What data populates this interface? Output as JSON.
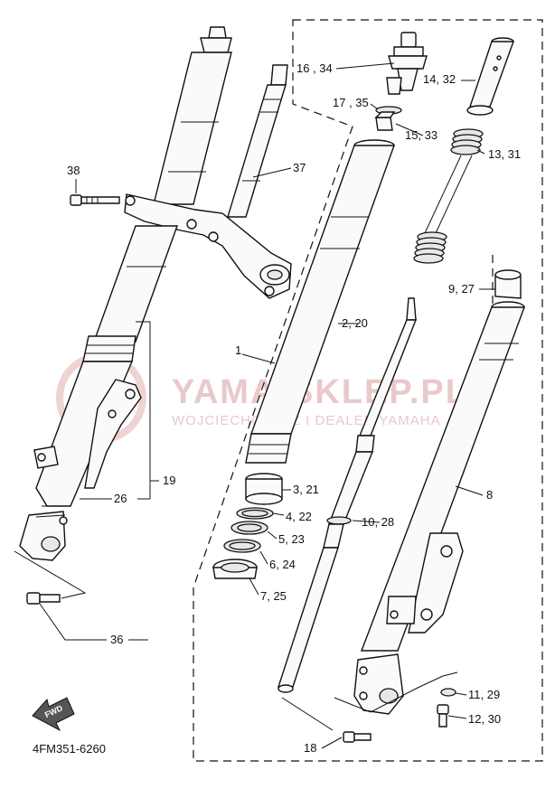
{
  "watermark": {
    "title": "YAMA-SKLEP.PL",
    "subtitle": "WOJCIECHOWICZ I DEALER YAMAHA",
    "color": "#e9c9c9"
  },
  "diagram_code": "4FM351-6260",
  "fwd_label": "FWD",
  "callouts": {
    "c1": "1",
    "c2_20": "2, 20",
    "c3_21": "3, 21",
    "c4_22": "4, 22",
    "c5_23": "5, 23",
    "c6_24": "6, 24",
    "c7_25": "7, 25",
    "c8": "8",
    "c9_27": "9, 27",
    "c10_28": "10, 28",
    "c11_29": "11, 29",
    "c12_30": "12, 30",
    "c13_31": "13, 31",
    "c14_32": "14, 32",
    "c15_33": "15, 33",
    "c16_34": "16 , 34",
    "c17_35": "17 , 35",
    "c18": "18",
    "c19": "19",
    "c26": "26",
    "c36": "36",
    "c37": "37",
    "c38": "38"
  }
}
